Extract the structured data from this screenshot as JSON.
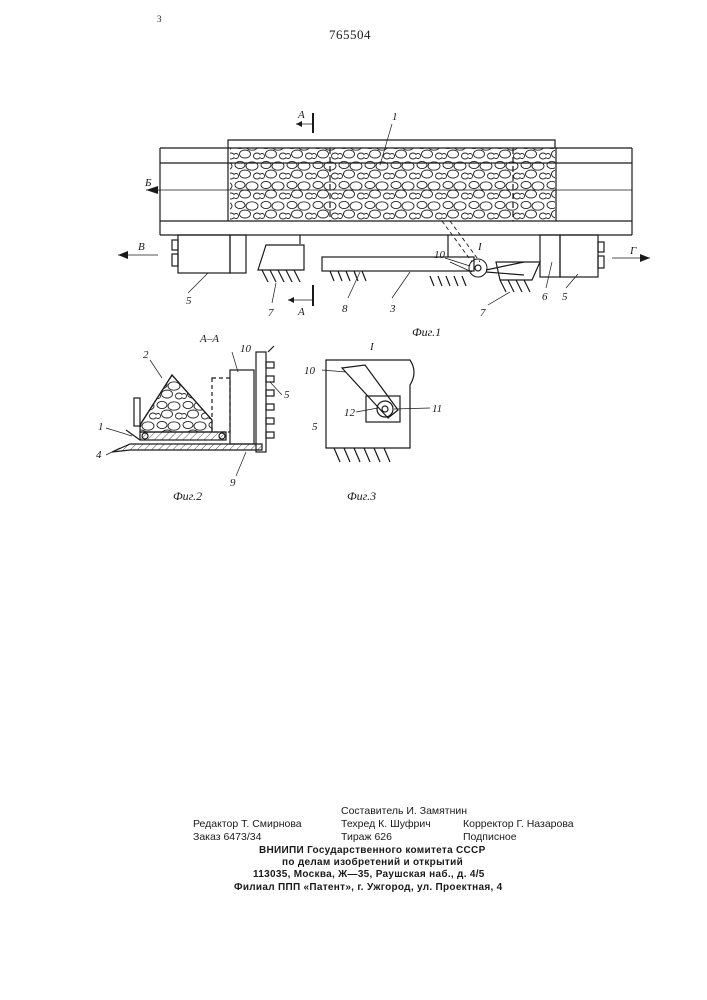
{
  "header": {
    "page_corner": "3",
    "patent_number": "765504"
  },
  "figure1": {
    "caption": "Фиг.1",
    "section_mark_top": "А",
    "section_mark_bottom": "А",
    "arrow_left_b": "Б",
    "arrow_left_v": "В",
    "arrow_right_g": "Г",
    "detail_mark": "I",
    "labels": [
      "1",
      "10",
      "5",
      "7",
      "8",
      "3",
      "7",
      "6",
      "5"
    ]
  },
  "figure2": {
    "caption": "Фиг.2",
    "section_title": "А–А",
    "labels": [
      "2",
      "10",
      "5",
      "1",
      "4",
      "9"
    ]
  },
  "figure3": {
    "caption": "Фиг.3",
    "detail_title": "I",
    "labels": [
      "10",
      "12",
      "11",
      "5"
    ]
  },
  "imprint": {
    "editor": "Редактор Т. Смирнова",
    "compiler": "Составитель И. Замятнин",
    "order": "Заказ 6473/34",
    "techred": "Техред К. Шуфрич",
    "circulation": "Тираж 626",
    "corrector": "Корректор Г. Назарова",
    "subscription": "Подписное",
    "org_line1": "ВНИИПИ  Государственного  комитета  СССР",
    "org_line2": "по  делам  изобретений  и  открытий",
    "address": "113035,  Москва,  Ж—35,  Раушская  наб.,  д.  4/5",
    "branch": "Филиал  ППП  «Патент»,  г.  Ужгород,  ул.  Проектная,  4"
  }
}
